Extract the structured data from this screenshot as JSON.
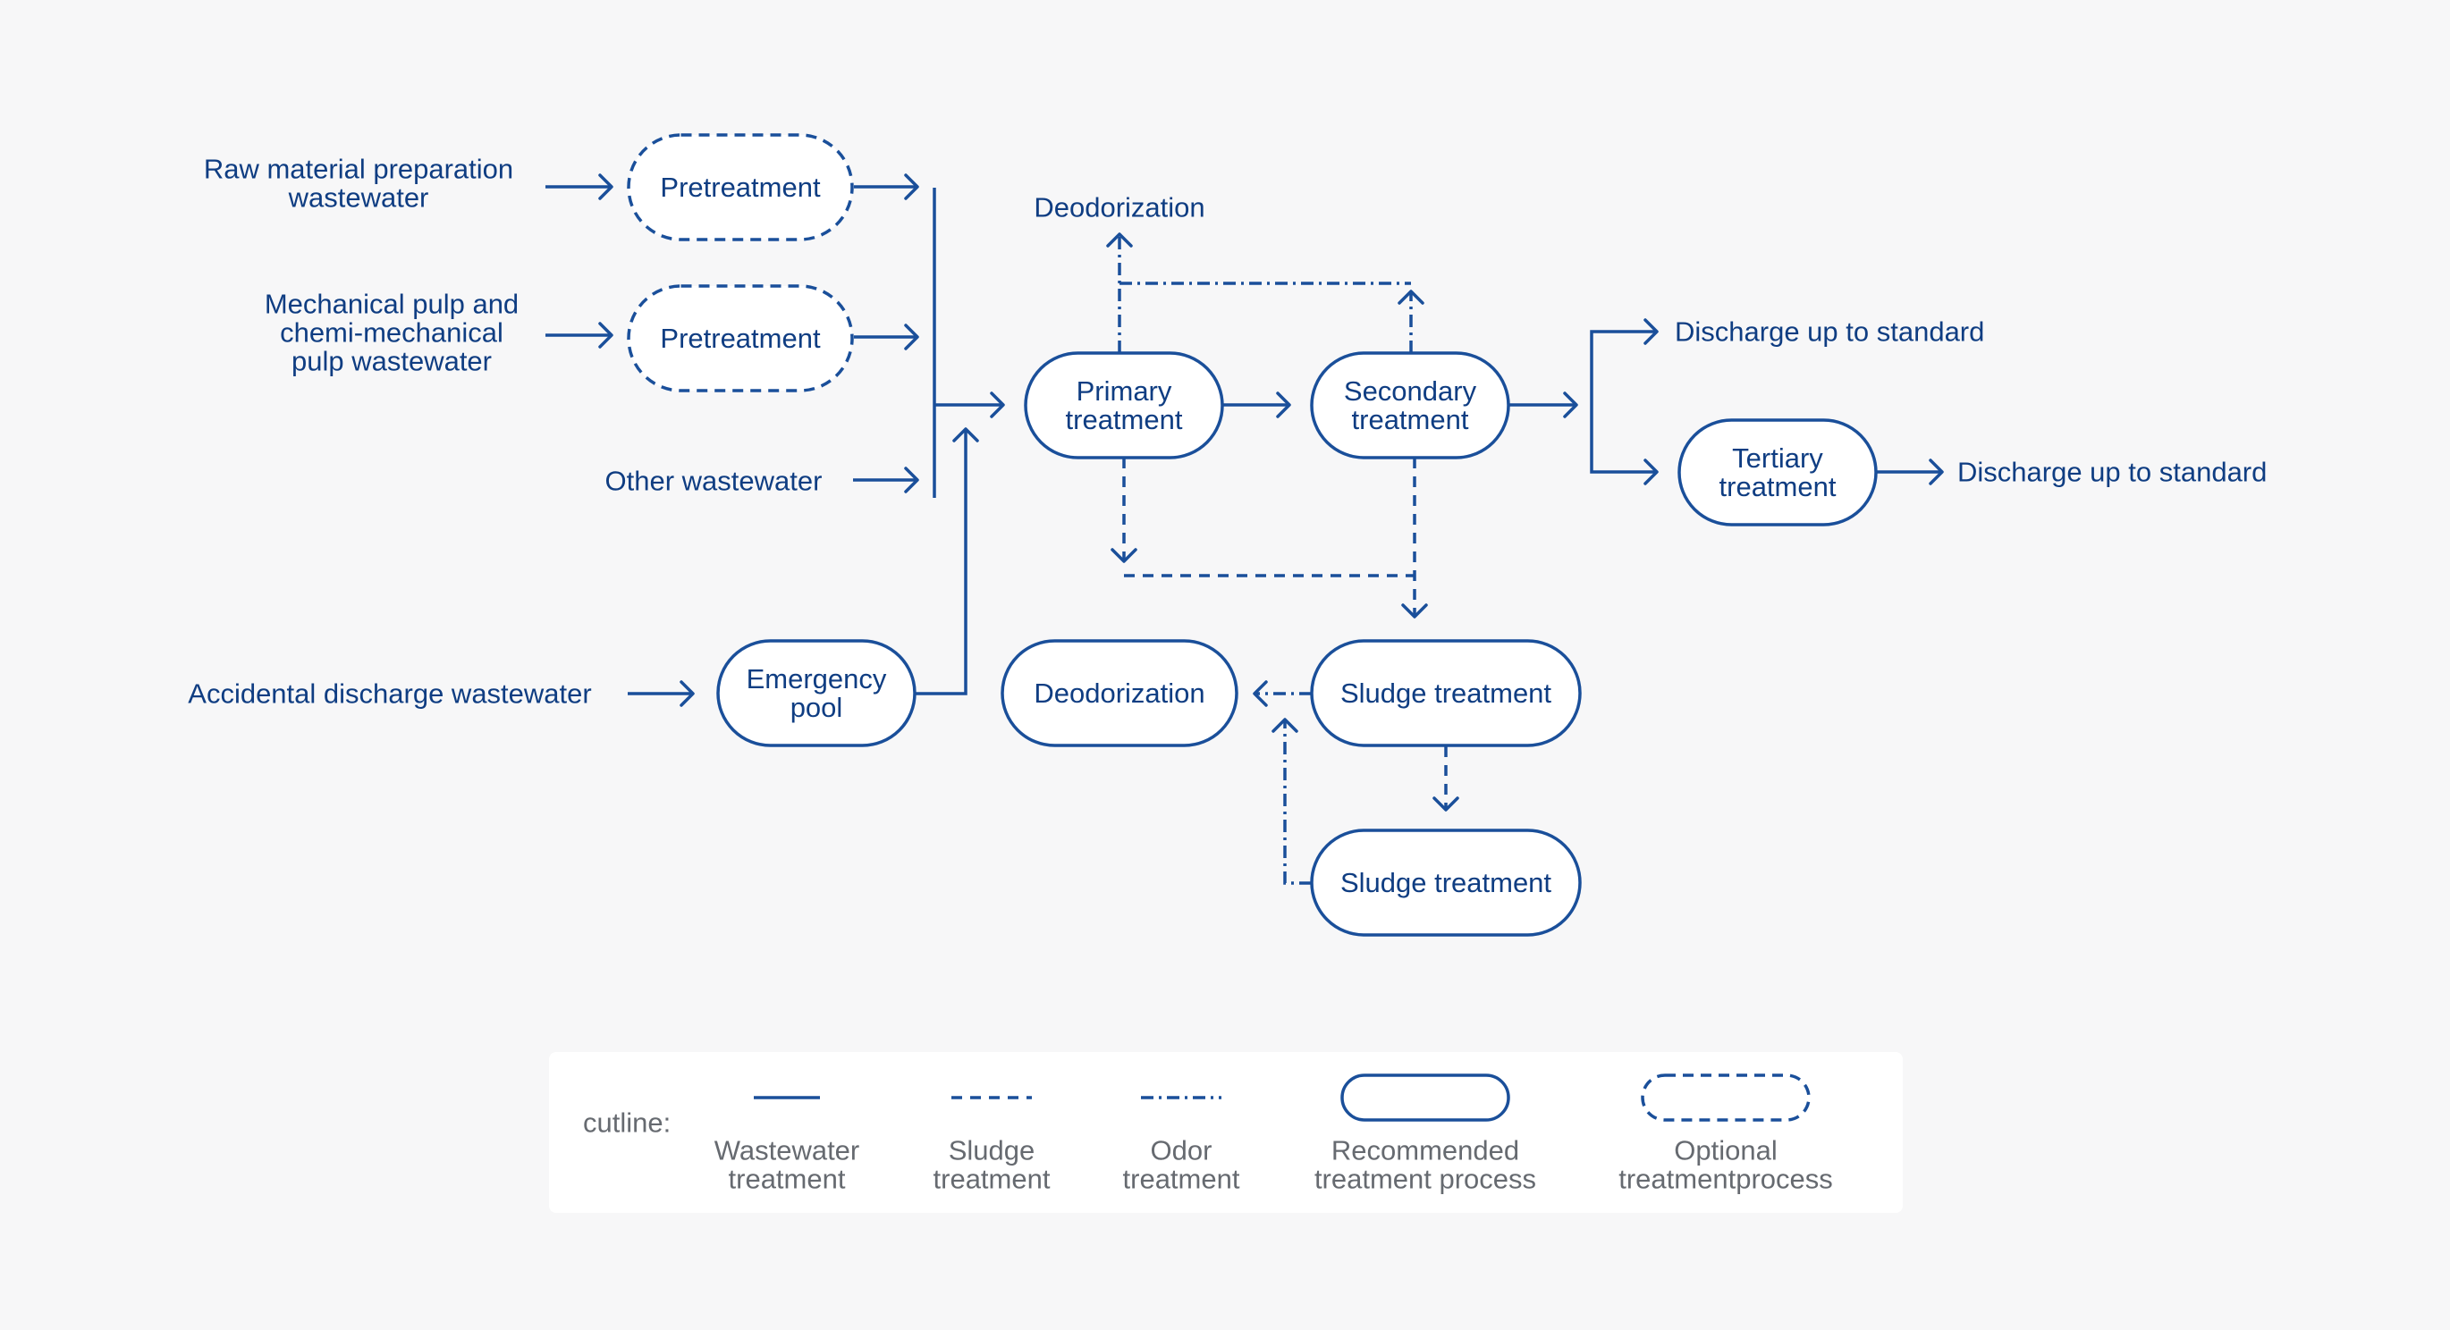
{
  "colors": {
    "primary": "#1a4f9a",
    "text": "#0f3d82",
    "legend_text": "#666a70",
    "background": "#f7f7f8",
    "legend_background": "#ffffff"
  },
  "sources": {
    "raw_material": [
      "Raw material preparation",
      "wastewater"
    ],
    "mechanical_pulp": [
      "Mechanical pulp and",
      "chemi-mechanical",
      "pulp wastewater"
    ],
    "other": [
      "Other wastewater"
    ],
    "accidental": [
      "Accidental discharge wastewater"
    ]
  },
  "nodes": {
    "pretreatment_1": {
      "label": [
        "Pretreatment"
      ],
      "optional": true
    },
    "pretreatment_2": {
      "label": [
        "Pretreatment"
      ],
      "optional": true
    },
    "emergency_pool": {
      "label": [
        "Emergency",
        "pool"
      ],
      "optional": false
    },
    "primary_treatment": {
      "label": [
        "Primary",
        "treatment"
      ],
      "optional": false
    },
    "secondary_treatment": {
      "label": [
        "Secondary",
        "treatment"
      ],
      "optional": false
    },
    "tertiary_treatment": {
      "label": [
        "Tertiary",
        "treatment"
      ],
      "optional": false
    },
    "deodorization_box": {
      "label": [
        "Deodorization"
      ],
      "optional": false
    },
    "sludge_treatment_1": {
      "label": [
        "Sludge treatment"
      ],
      "optional": false
    },
    "sludge_treatment_2": {
      "label": [
        "Sludge treatment"
      ],
      "optional": false
    }
  },
  "outputs": {
    "deodorization_top": "Deodorization",
    "discharge_1": "Discharge up to standard",
    "discharge_2": "Discharge up to standard"
  },
  "legend": {
    "title": "cutline:",
    "items": [
      {
        "type": "solid-line",
        "label": [
          "Wastewater",
          "treatment"
        ]
      },
      {
        "type": "dashed-line",
        "label": [
          "Sludge",
          "treatment"
        ]
      },
      {
        "type": "dashdot-line",
        "label": [
          "Odor",
          "treatment"
        ]
      },
      {
        "type": "solid-box",
        "label": [
          "Recommended",
          "treatment process"
        ]
      },
      {
        "type": "dashed-box",
        "label": [
          "Optional",
          "treatmentprocess"
        ]
      }
    ]
  }
}
